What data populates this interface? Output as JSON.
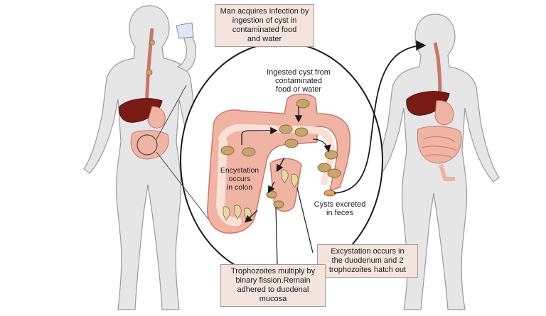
{
  "labels": {
    "ingestion": [
      "Man acquires infection by",
      "ingestion of cyst in",
      "contaminated food",
      "and water"
    ],
    "ingested_cyst": [
      "Ingested cyst from",
      "contaminated",
      "food or water"
    ],
    "encystation": [
      "Encystation",
      "occurs",
      "in colon"
    ],
    "excreted": [
      "Cysts excreted",
      "in feces"
    ],
    "excystation": [
      "Excystation occurs in",
      "the duodenum and 2",
      "trophozoites hatch out"
    ],
    "trophozoites": [
      "Trophozoites multiply by",
      "binary fission.Remain",
      "adhered to duodenal",
      "mucosa"
    ]
  },
  "colors": {
    "body_skin": "#e6e6e6",
    "body_outline": "#9a9a9a",
    "liver": "#7a1a14",
    "intestine": "#f0b4a4",
    "intestine_outline": "#c8786a",
    "cyst": "#c8a46e",
    "label_bg": "#f3e5de",
    "arrow": "#1a1a1a"
  }
}
